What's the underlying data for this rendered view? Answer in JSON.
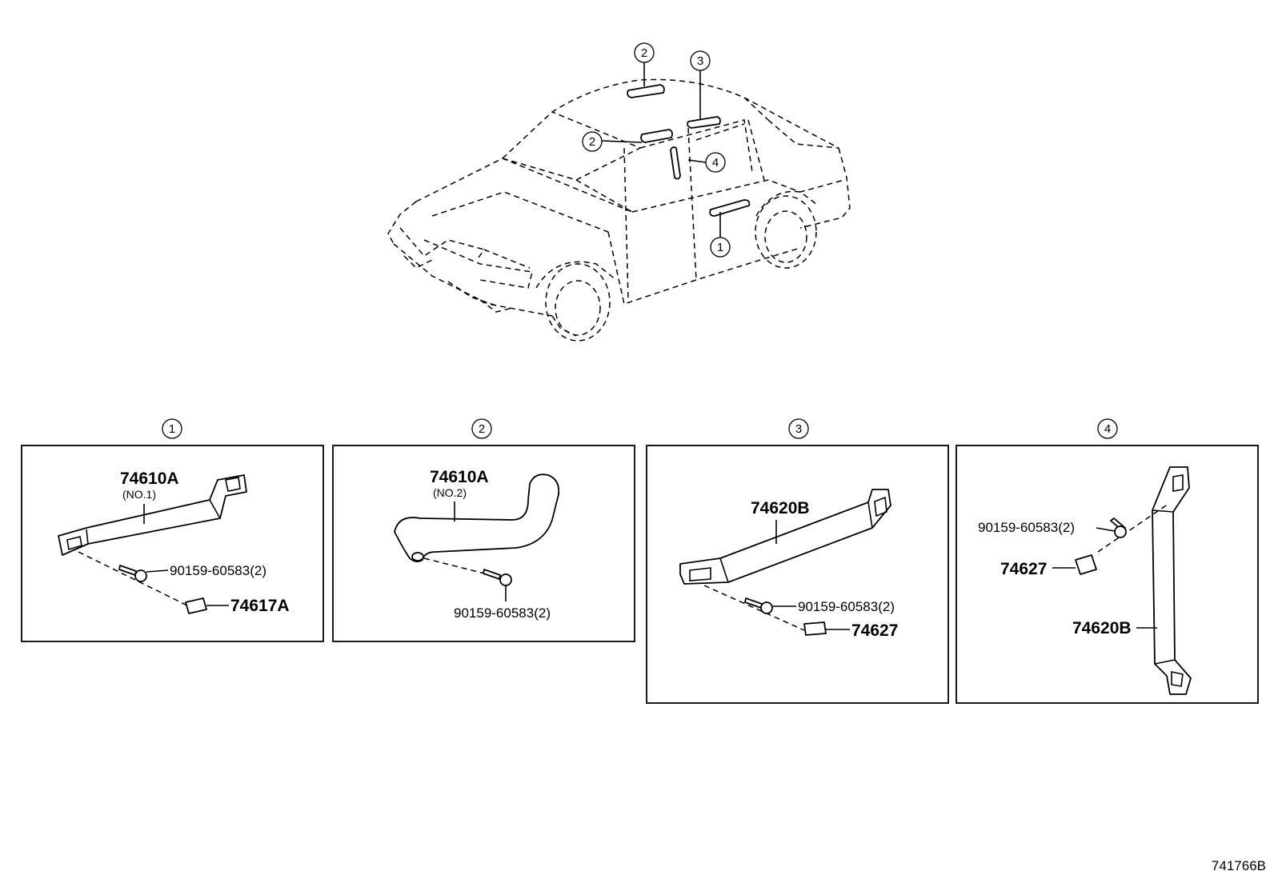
{
  "diagram": {
    "drawing_number": "741766B",
    "car_callouts": [
      "2",
      "3",
      "2",
      "4",
      "1"
    ],
    "sections": [
      {
        "callout": "1",
        "grip_part": "74610A",
        "grip_sub": "(NO.1)",
        "screw_part": "90159-60583(2)",
        "cap_part": "74617A"
      },
      {
        "callout": "2",
        "grip_part": "74610A",
        "grip_sub": "(NO.2)",
        "screw_part": "90159-60583(2)"
      },
      {
        "callout": "3",
        "grip_part": "74620B",
        "screw_part": "90159-60583(2)",
        "cap_part": "74627"
      },
      {
        "callout": "4",
        "grip_part": "74620B",
        "screw_part": "90159-60583(2)",
        "cap_part": "74627"
      }
    ]
  }
}
